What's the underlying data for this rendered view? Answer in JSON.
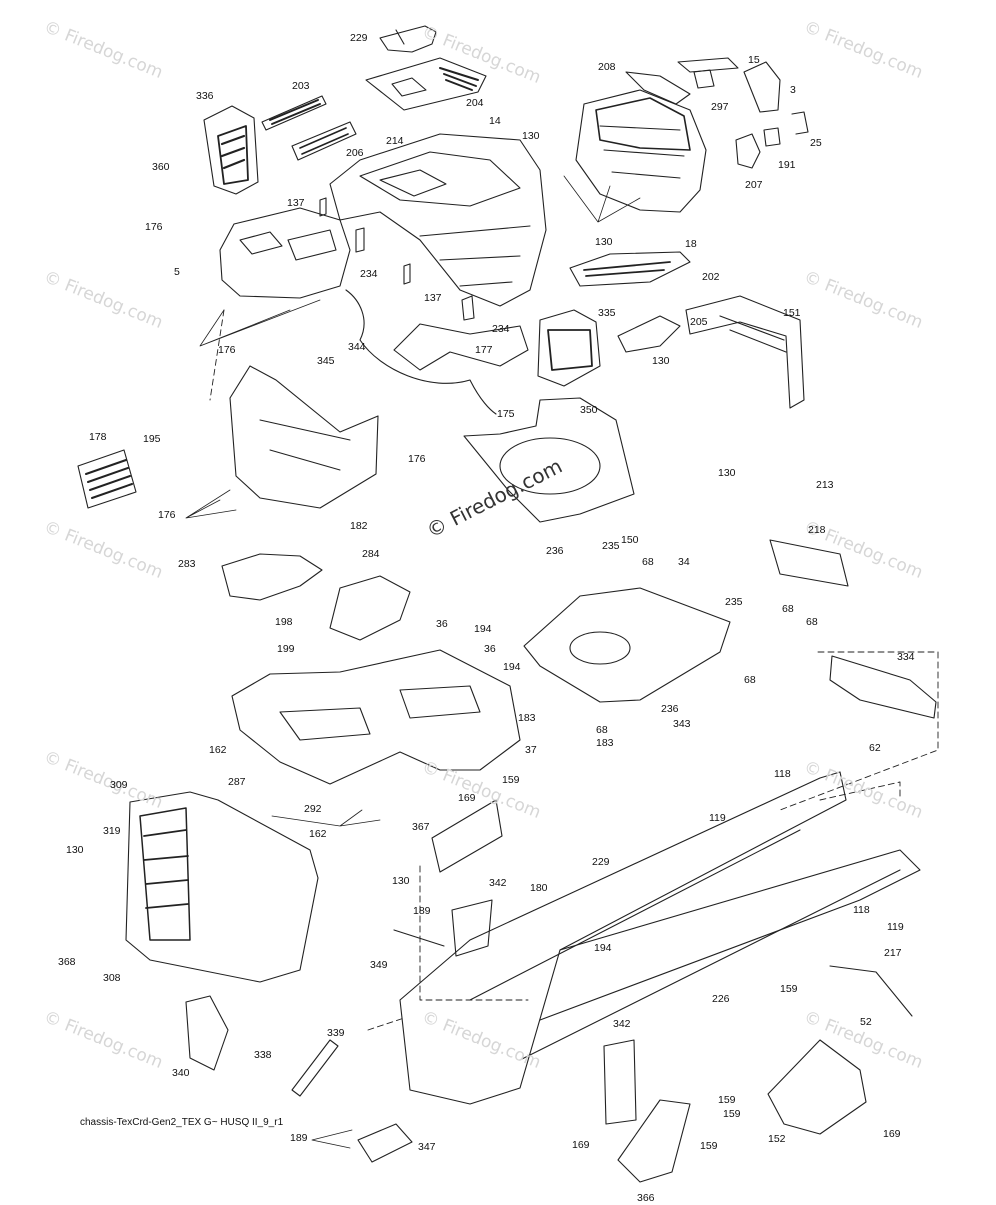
{
  "watermark_text": "© Firedog.com",
  "copyright_center": "© Firedog.com",
  "footer_code": "chassis-TexCrd-Gen2_TEX G~ HUSQ II_9_r1",
  "callouts": [
    "229",
    "15",
    "208",
    "3",
    "336",
    "203",
    "204",
    "297",
    "25",
    "214",
    "130",
    "191",
    "206",
    "14",
    "207",
    "360",
    "137",
    "18",
    "176",
    "130",
    "5",
    "234",
    "202",
    "137",
    "234",
    "335",
    "205",
    "344",
    "177",
    "345",
    "176",
    "175",
    "350",
    "151",
    "130",
    "178",
    "195",
    "176",
    "130",
    "176",
    "182",
    "150",
    "213",
    "218",
    "283",
    "236",
    "235",
    "68",
    "34",
    "284",
    "235",
    "68",
    "198",
    "36",
    "194",
    "68",
    "199",
    "36",
    "194",
    "334",
    "68",
    "183",
    "236",
    "62",
    "68",
    "183",
    "162",
    "343",
    "287",
    "37",
    "292",
    "309",
    "118",
    "169",
    "319",
    "159",
    "367",
    "119",
    "162",
    "130",
    "229",
    "130",
    "180",
    "342",
    "118",
    "189",
    "119",
    "368",
    "194",
    "349",
    "217",
    "308",
    "226",
    "159",
    "339",
    "52",
    "342",
    "159",
    "338",
    "340",
    "189",
    "159",
    "347",
    "169",
    "366",
    "152",
    "169",
    "159"
  ]
}
